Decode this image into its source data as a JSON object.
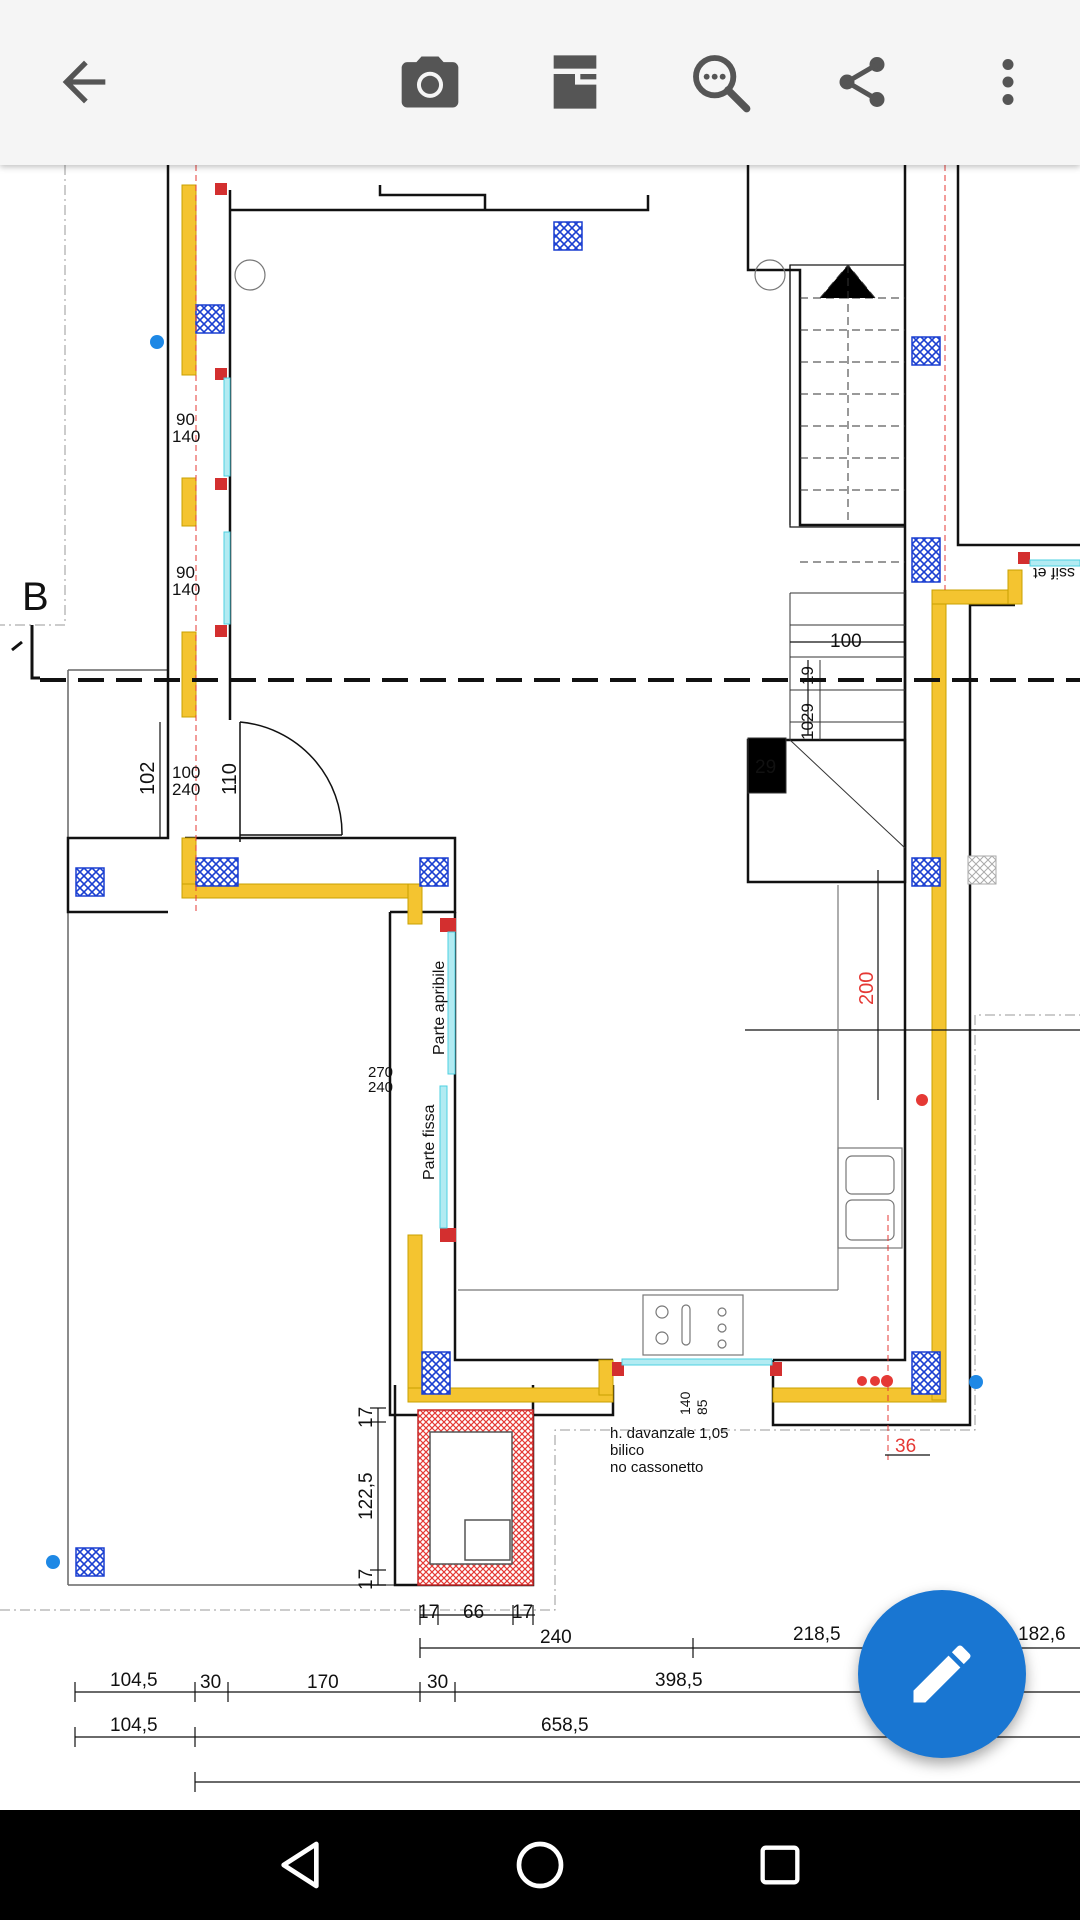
{
  "toolbar": {
    "back_icon": "arrow-back-icon",
    "actions": [
      "camera-icon",
      "layout-icon",
      "zoom-icon",
      "share-icon",
      "more-vert-icon"
    ]
  },
  "drawing": {
    "section_label": "B",
    "labels": {
      "w1_a": "90",
      "w1_b": "140",
      "w2_a": "90",
      "w2_b": "140",
      "door_a": "100",
      "door_b": "240",
      "d102": "102",
      "d110": "110",
      "stair_100": "100",
      "stair_19": "19",
      "stair_29a": "29",
      "stair_10": "10",
      "stair_29b": "29",
      "d200": "200",
      "glass_a": "270",
      "glass_b": "240",
      "parte_apribile": "Parte apribile",
      "parte_fissa": "Parte fissa",
      "win_a": "140",
      "win_b": "85",
      "note_1": "h. davanzale 1,05",
      "note_2": "bilico",
      "note_3": "no cassonetto",
      "d36": "36",
      "d17a": "17",
      "d122": "122,5",
      "d17b": "17",
      "b17a": "17",
      "b66": "66",
      "b17b": "17",
      "b240": "240",
      "b218": "218,5",
      "b182": "182,6",
      "r1_104": "104,5",
      "r1_30a": "30",
      "r1_170": "170",
      "r1_30b": "30",
      "r1_398": "398,5",
      "r2_104": "104,5",
      "r2_658": "658,5",
      "cut_text": "ssif et"
    }
  },
  "fab": {
    "icon": "edit-pencil-icon"
  },
  "navbar": {
    "buttons": [
      "back-triangle-icon",
      "home-circle-icon",
      "recents-square-icon"
    ]
  },
  "colors": {
    "insulation": "#f4c430",
    "blue_hatch": "#1a3fd1",
    "red_hatch": "#e53935",
    "fab": "#1976d2"
  }
}
